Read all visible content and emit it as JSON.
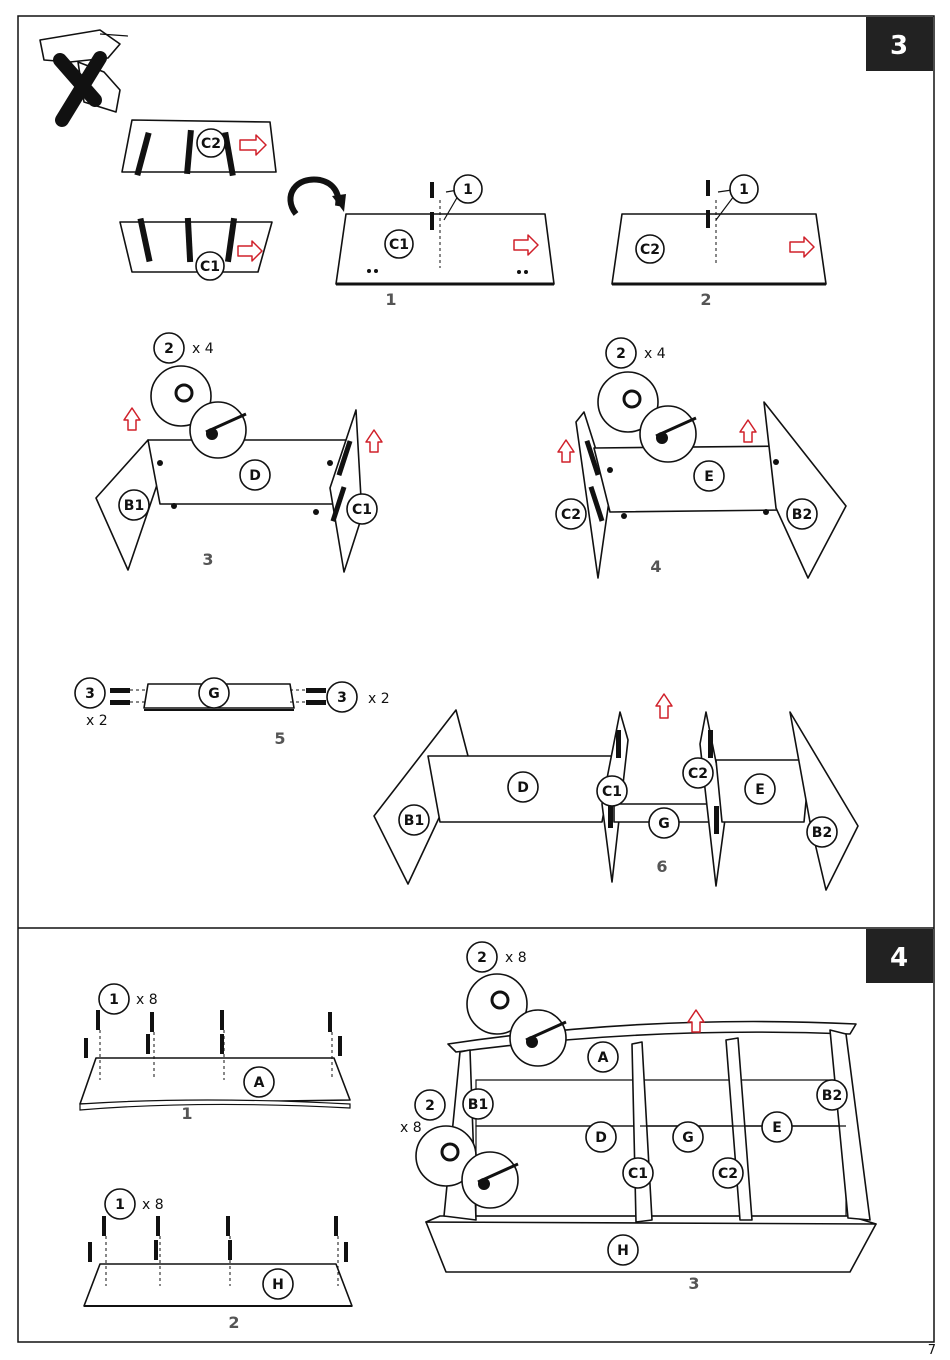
{
  "page_number": "7",
  "sections": [
    {
      "number": "3"
    },
    {
      "number": "4"
    }
  ],
  "steps_section3": [
    "1",
    "2",
    "3",
    "4",
    "5",
    "6"
  ],
  "steps_section4": [
    "1",
    "2",
    "3"
  ],
  "parts": {
    "C1": "C1",
    "C2": "C2",
    "D": "D",
    "E": "E",
    "B1": "B1",
    "B2": "B2",
    "G": "G",
    "A": "A",
    "H": "H"
  },
  "fasteners": {
    "one": "1",
    "two": "2",
    "three": "3"
  },
  "multipliers": {
    "x4": "x 4",
    "x2": "x 2",
    "x8": "x 8"
  },
  "colors": {
    "accent_arrow": "#d0202a",
    "header_box": "#222222"
  },
  "icons": [
    "drill-crossed-out-icon",
    "rotate-arrow-icon",
    "direction-arrow-icon",
    "screwdriver-zoom-icon"
  ]
}
